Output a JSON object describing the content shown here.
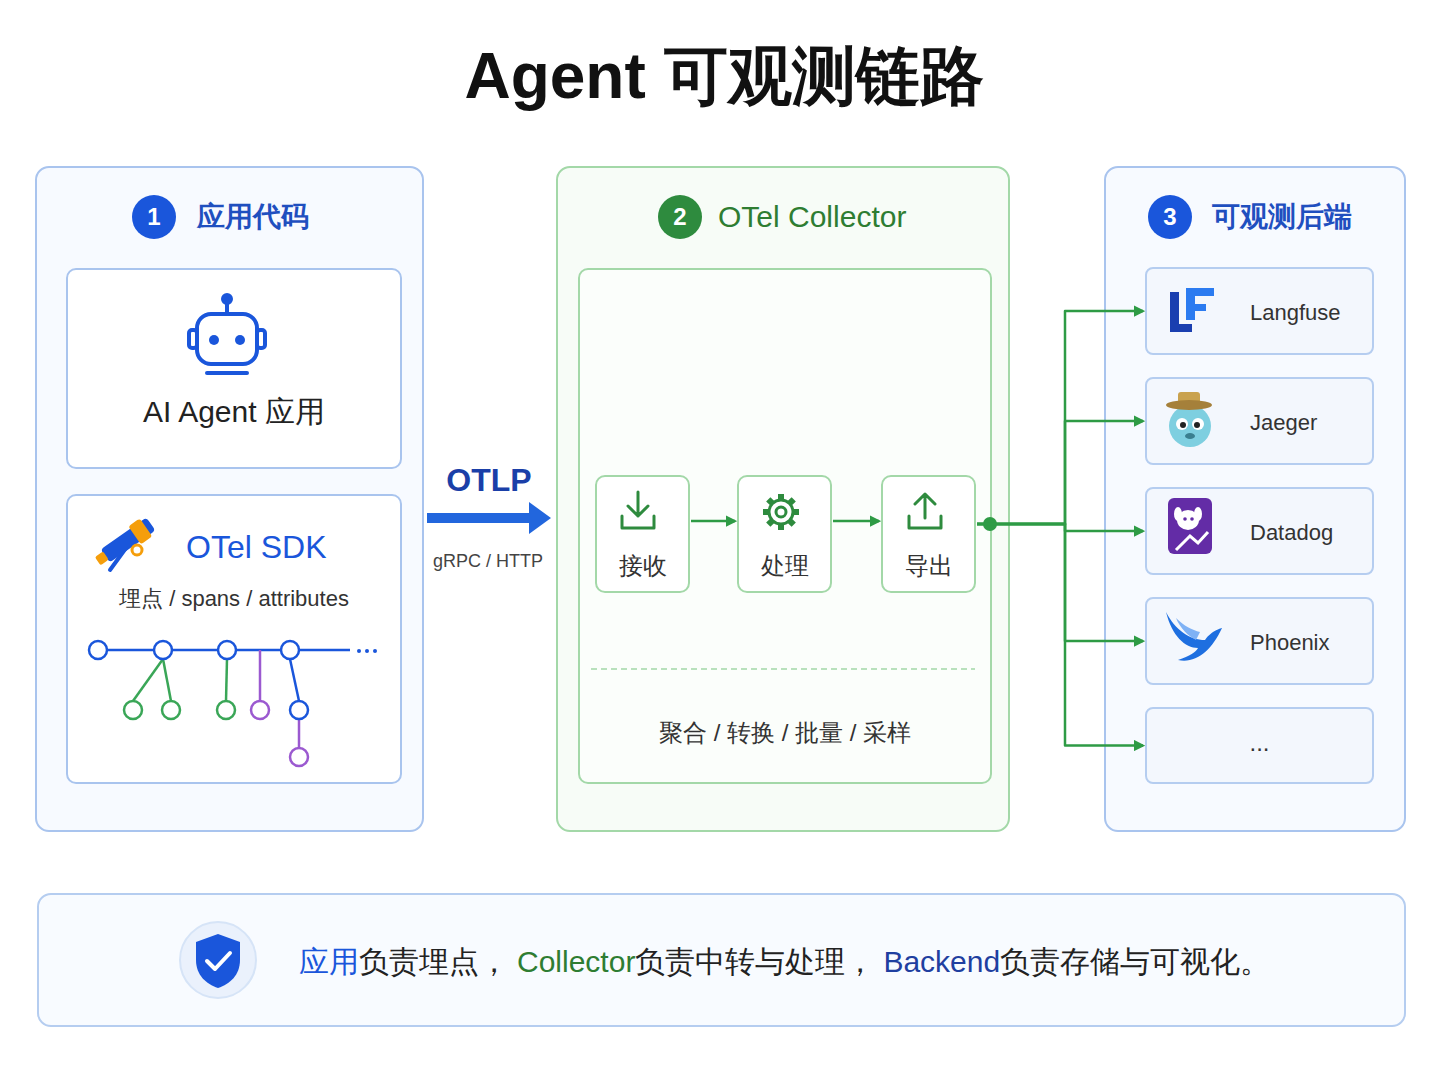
{
  "diagram": {
    "title": "Agent 可观测链路",
    "nodes": [
      {
        "text": [
          "1",
          "应用代码"
        ]
      },
      {
        "text": [
          "AI Agent 应用"
        ],
        "in": 0
      },
      {
        "text": [
          "OTel SDK",
          "埋点 / spans / attributes"
        ],
        "in": 0
      },
      {
        "text": [
          "2",
          "OTel Collector"
        ]
      },
      {
        "text": [
          "聚合 / 转换 / 批量 / 采样"
        ],
        "in": 3
      },
      {
        "text": [
          "接收"
        ],
        "in": 4
      },
      {
        "text": [
          "处理"
        ],
        "in": 4
      },
      {
        "text": [
          "导出"
        ],
        "in": 4
      },
      {
        "text": [
          "3",
          "可观测后端"
        ]
      },
      {
        "text": [
          "Langfuse"
        ],
        "in": 8
      },
      {
        "text": [
          "Jaeger"
        ],
        "in": 8
      },
      {
        "text": [
          "Datadog"
        ],
        "in": 8
      },
      {
        "text": [
          "Phoenix"
        ],
        "in": 8
      },
      {
        "text": [
          "..."
        ],
        "in": 8
      },
      {
        "text": [
          "应用",
          "负责埋点，",
          "Collector",
          "负责中转与处理，",
          "Backend",
          "负责存储与可视化。"
        ]
      }
    ],
    "edges": [
      {
        "from": 0,
        "to": 3,
        "arrow": "to",
        "label": "OTLP"
      },
      {
        "from": 5,
        "to": 6,
        "arrow": "to"
      },
      {
        "from": 6,
        "to": 7,
        "arrow": "to"
      },
      {
        "from": 7,
        "to": 9,
        "arrow": "to"
      },
      {
        "from": 7,
        "to": 10,
        "arrow": "to"
      },
      {
        "from": 7,
        "to": 11,
        "arrow": "to"
      },
      {
        "from": 7,
        "to": 12,
        "arrow": "to"
      },
      {
        "from": 7,
        "to": 13,
        "arrow": "to"
      }
    ],
    "labels": [
      "gRPC / HTTP"
    ]
  }
}
